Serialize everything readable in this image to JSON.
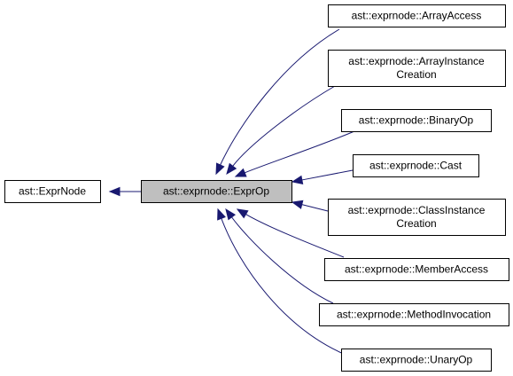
{
  "diagram": {
    "type": "inheritance-graph",
    "edge_color": "#191970",
    "current_fill": "#bfbfbf",
    "nodes": [
      {
        "id": "exprnode",
        "lines": [
          "ast::ExprNode"
        ]
      },
      {
        "id": "exprop",
        "lines": [
          "ast::exprnode::ExprOp"
        ],
        "current": true
      },
      {
        "id": "arrayaccess",
        "lines": [
          "ast::exprnode::ArrayAccess"
        ]
      },
      {
        "id": "arrayinstancecreation",
        "lines": [
          "ast::exprnode::ArrayInstance",
          "Creation"
        ]
      },
      {
        "id": "binaryop",
        "lines": [
          "ast::exprnode::BinaryOp"
        ]
      },
      {
        "id": "cast",
        "lines": [
          "ast::exprnode::Cast"
        ]
      },
      {
        "id": "classinstancecreation",
        "lines": [
          "ast::exprnode::ClassInstance",
          "Creation"
        ]
      },
      {
        "id": "memberaccess",
        "lines": [
          "ast::exprnode::MemberAccess"
        ]
      },
      {
        "id": "methodinvocation",
        "lines": [
          "ast::exprnode::MethodInvocation"
        ]
      },
      {
        "id": "unaryop",
        "lines": [
          "ast::exprnode::UnaryOp"
        ]
      }
    ],
    "edges": [
      {
        "from": "exprop",
        "to": "exprnode"
      },
      {
        "from": "arrayaccess",
        "to": "exprop"
      },
      {
        "from": "arrayinstancecreation",
        "to": "exprop"
      },
      {
        "from": "binaryop",
        "to": "exprop"
      },
      {
        "from": "cast",
        "to": "exprop"
      },
      {
        "from": "classinstancecreation",
        "to": "exprop"
      },
      {
        "from": "memberaccess",
        "to": "exprop"
      },
      {
        "from": "methodinvocation",
        "to": "exprop"
      },
      {
        "from": "unaryop",
        "to": "exprop"
      }
    ]
  }
}
